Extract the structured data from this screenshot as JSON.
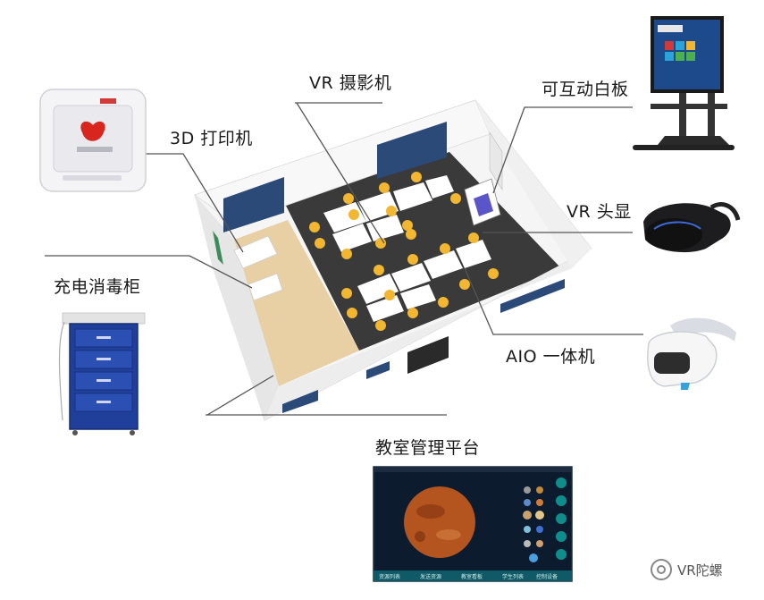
{
  "labels": {
    "camera": "VR 摄影机",
    "printer": "3D 打印机",
    "whiteboard": "可互动白板",
    "headset": "VR 头显",
    "cabinet": "充电消毒柜",
    "aio": "AIO 一体机",
    "platform": "教室管理平台"
  },
  "watermark": "VR陀螺",
  "colors": {
    "floor_dark": "#3a3a3a",
    "floor_wood": "#e8cfa4",
    "wall": "#f3f3f3",
    "window": "#2c4a78",
    "chair": "#f2b630",
    "cabinet_blue": "#1f3f9a",
    "mars": "#b4541f",
    "screen_bg": "#0c1c2e",
    "screen_bar": "#0f8d8d"
  },
  "platform_screen": {
    "bottom_tabs": [
      "资源列表",
      "发送资源",
      "教室看板",
      "学生列表",
      "控制设备"
    ]
  }
}
